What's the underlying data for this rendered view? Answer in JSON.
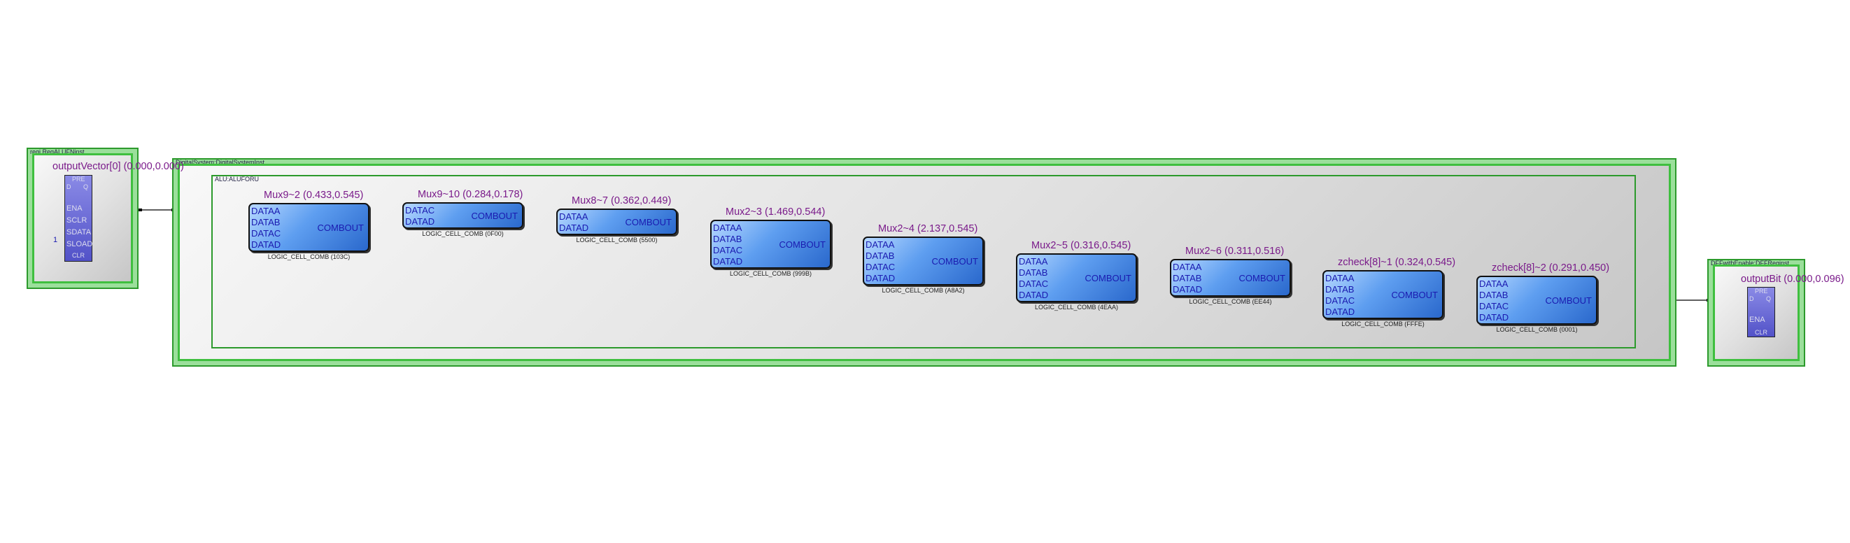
{
  "frames": {
    "reg_label": "regi.RegALUFNinst",
    "system_label": "DigitalSystem:DigitalSystemInst",
    "alu_label": "ALU:ALUFORU",
    "dff_label": "DFFwithEnable:DFFReginst"
  },
  "input_register": {
    "title": "outputVector[0] (0.000,0.000)",
    "pins": [
      "PRE",
      "D",
      "Q",
      "ENA",
      "SCLR",
      "SDATA",
      "SLOAD",
      "CLR"
    ],
    "pin_const": "1"
  },
  "output_register": {
    "title": "outputBit (0.000,0.096)",
    "pins": [
      "PRE",
      "D",
      "Q",
      "ENA",
      "CLR"
    ]
  },
  "cells": [
    {
      "title": "Mux9~2 (0.433,0.545)",
      "ports": [
        "DATAA",
        "DATAB",
        "DATAC",
        "DATAD"
      ],
      "out": "COMBOUT",
      "sub": "LOGIC_CELL_COMB (103C)"
    },
    {
      "title": "Mux9~10 (0.284,0.178)",
      "ports": [
        "DATAC",
        "DATAD"
      ],
      "out": "COMBOUT",
      "sub": "LOGIC_CELL_COMB (0F00)"
    },
    {
      "title": "Mux8~7 (0.362,0.449)",
      "ports": [
        "DATAA",
        "DATAD"
      ],
      "out": "COMBOUT",
      "sub": "LOGIC_CELL_COMB (5500)"
    },
    {
      "title": "Mux2~3 (1.469,0.544)",
      "ports": [
        "DATAA",
        "DATAB",
        "DATAC",
        "DATAD"
      ],
      "out": "COMBOUT",
      "sub": "LOGIC_CELL_COMB (999B)"
    },
    {
      "title": "Mux2~4 (2.137,0.545)",
      "ports": [
        "DATAA",
        "DATAB",
        "DATAC",
        "DATAD"
      ],
      "out": "COMBOUT",
      "sub": "LOGIC_CELL_COMB (A8A2)"
    },
    {
      "title": "Mux2~5 (0.316,0.545)",
      "ports": [
        "DATAA",
        "DATAB",
        "DATAC",
        "DATAD"
      ],
      "out": "COMBOUT",
      "sub": "LOGIC_CELL_COMB (4EAA)"
    },
    {
      "title": "Mux2~6 (0.311,0.516)",
      "ports": [
        "DATAA",
        "DATAB",
        "DATAD"
      ],
      "out": "COMBOUT",
      "sub": "LOGIC_CELL_COMB (EE44)"
    },
    {
      "title": "zcheck[8]~1 (0.324,0.545)",
      "ports": [
        "DATAA",
        "DATAB",
        "DATAC",
        "DATAD"
      ],
      "out": "COMBOUT",
      "sub": "LOGIC_CELL_COMB (FFFE)"
    },
    {
      "title": "zcheck[8]~2 (0.291,0.450)",
      "ports": [
        "DATAA",
        "DATAB",
        "DATAC",
        "DATAD"
      ],
      "out": "COMBOUT",
      "sub": "LOGIC_CELL_COMB (0001)"
    }
  ]
}
